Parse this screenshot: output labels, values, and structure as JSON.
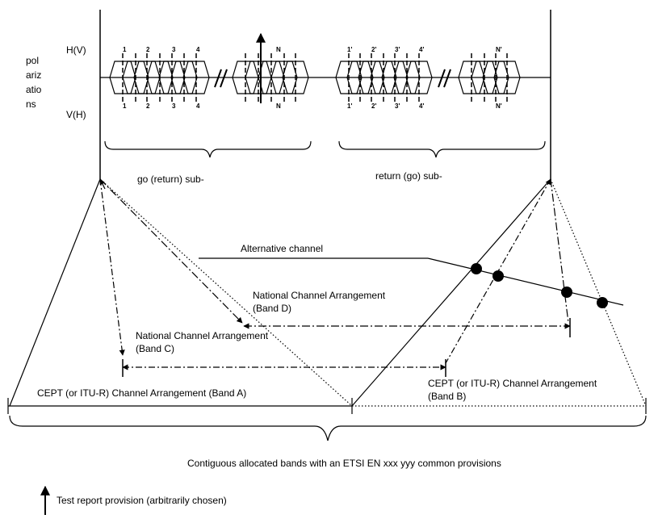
{
  "polarization": {
    "label_lines": [
      "pol",
      "ariz",
      "atio",
      "ns"
    ],
    "top_label": "H(V)",
    "bottom_label": "V(H)"
  },
  "go_group": {
    "top_numbers": [
      "1",
      "2",
      "3",
      "4",
      "N"
    ],
    "bottom_numbers": [
      "1",
      "2",
      "3",
      "4",
      "N"
    ]
  },
  "return_group": {
    "top_numbers": [
      "1'",
      "2'",
      "3'",
      "4'",
      "N'"
    ],
    "bottom_numbers": [
      "1'",
      "2'",
      "3'",
      "4'",
      "N'"
    ]
  },
  "sub_bands": {
    "go": "go (return) sub-",
    "return": "return (go) sub-"
  },
  "labels": {
    "alternative_channel": "Alternative channel",
    "band_d_line1": "National Channel Arrangement",
    "band_d_line2": "(Band D)",
    "band_c_line1": "National Channel Arrangement",
    "band_c_line2": "(Band C)",
    "band_a": "CEPT (or ITU-R) Channel Arrangement (Band A)",
    "band_b_line1": "CEPT (or ITU-R) Channel Arrangement",
    "band_b_line2": "(Band B)"
  },
  "bottom_caption": "Contiguous allocated bands with an ETSI EN xxx yyy common provisions",
  "legend": {
    "test_report_label": "Test report provision (arbitrarily chosen)",
    "icon": "up-arrow-icon"
  }
}
